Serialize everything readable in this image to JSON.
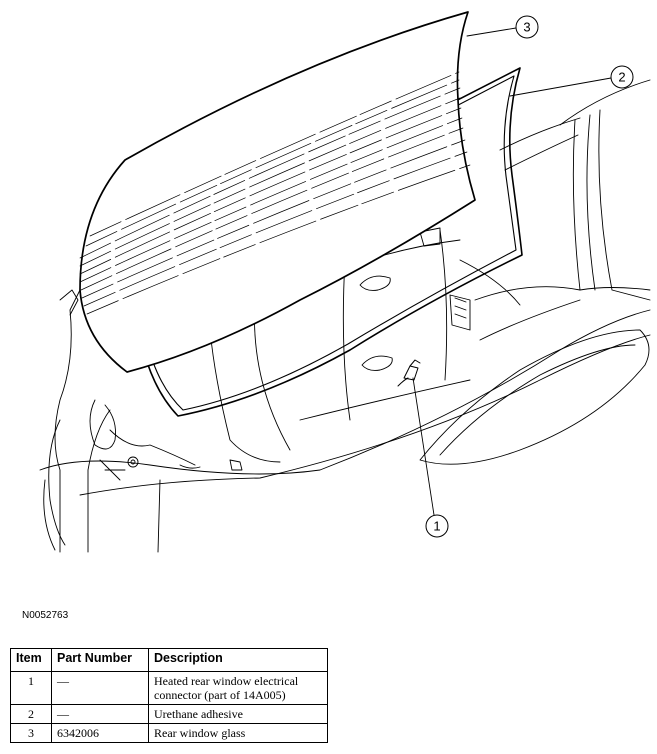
{
  "figure": {
    "id": "N0052763",
    "callouts": [
      "1",
      "2",
      "3"
    ]
  },
  "table": {
    "headers": [
      "Item",
      "Part Number",
      "Description"
    ],
    "rows": [
      {
        "item": "1",
        "part_number": "—",
        "description": "Heated rear window electrical connector (part of 14A005)"
      },
      {
        "item": "2",
        "part_number": "—",
        "description": "Urethane adhesive"
      },
      {
        "item": "3",
        "part_number": "6342006",
        "description": "Rear window glass"
      }
    ]
  }
}
